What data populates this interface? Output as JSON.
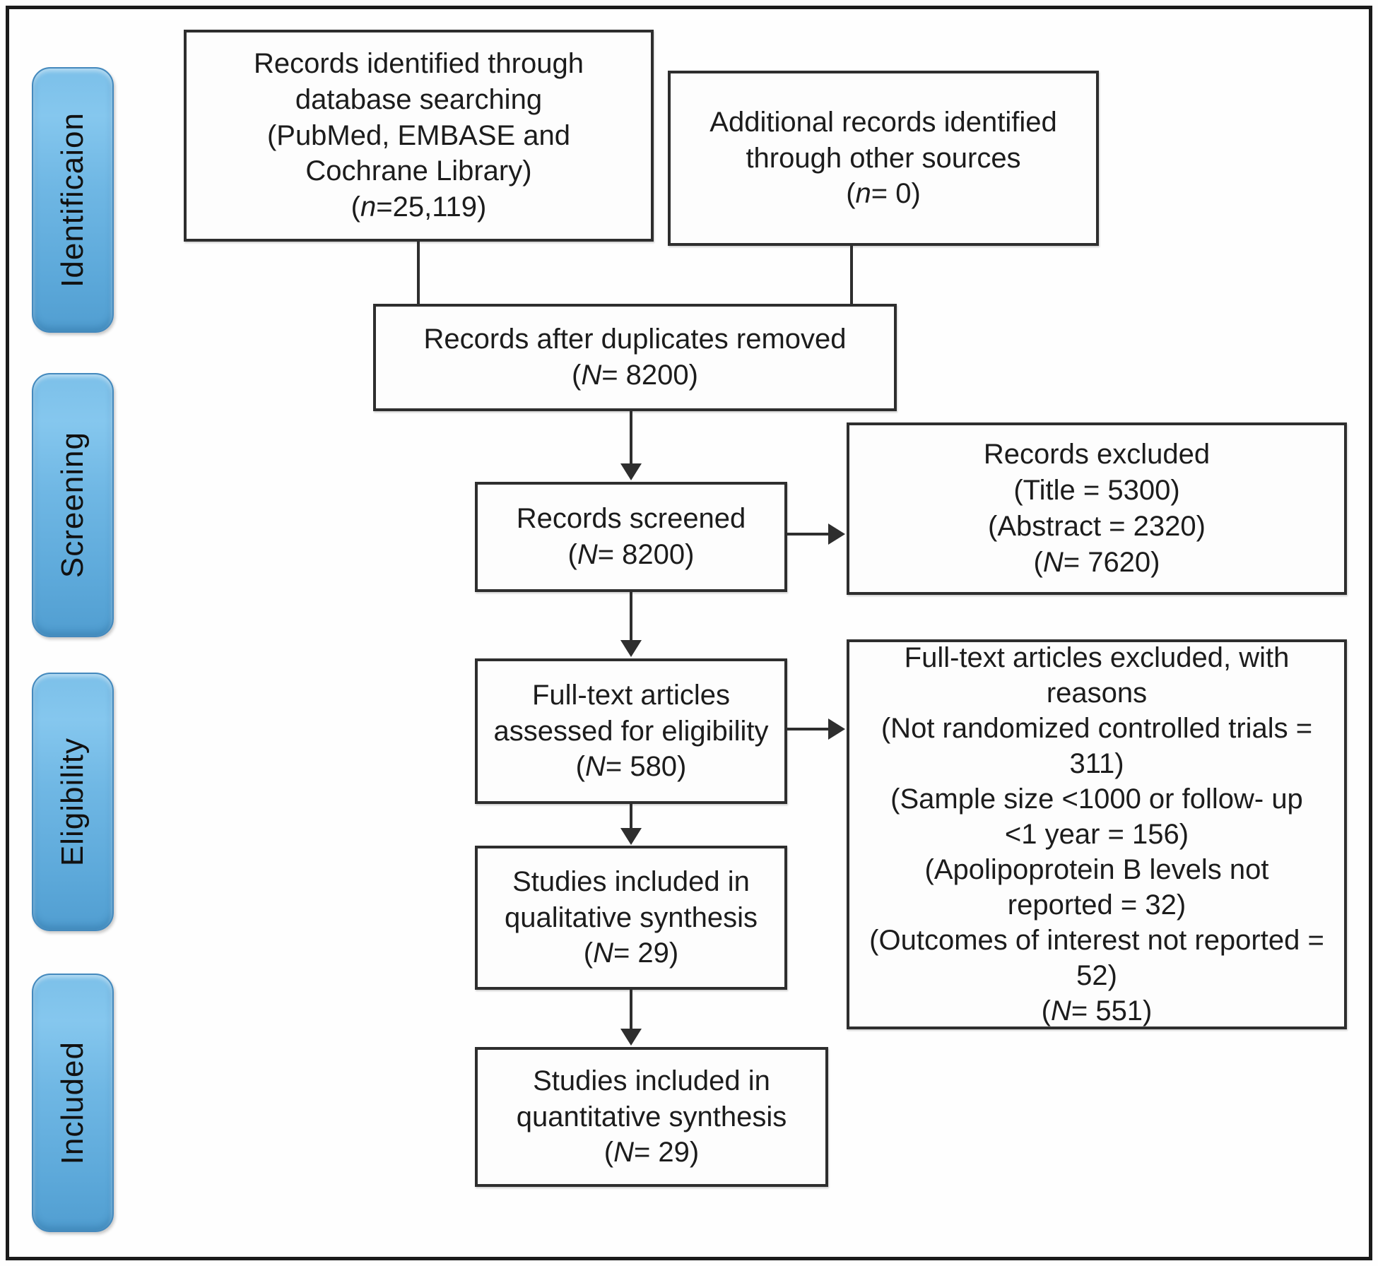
{
  "stages": [
    {
      "label": "Identificaion"
    },
    {
      "label": "Screening"
    },
    {
      "label": "Eligibility"
    },
    {
      "label": "Included"
    }
  ],
  "boxes": {
    "identified": {
      "lines": [
        "Records identified through",
        "database searching",
        "(PubMed, EMBASE and",
        "Cochrane Library)"
      ],
      "stat": {
        "pre": "(",
        "var": "n",
        "post": "=25,119)"
      }
    },
    "other_sources": {
      "lines": [
        "Additional records identified",
        "through other sources"
      ],
      "stat": {
        "pre": "(",
        "var": "n",
        "post": "= 0)"
      }
    },
    "duplicates_removed": {
      "lines": [
        "Records after duplicates removed"
      ],
      "stat": {
        "pre": "(",
        "var": "N",
        "post": "= 8200)"
      }
    },
    "screened": {
      "lines": [
        "Records screened"
      ],
      "stat": {
        "pre": "(",
        "var": "N",
        "post": "= 8200)"
      }
    },
    "records_excluded": {
      "lines": [
        "Records excluded",
        "(Title = 5300)",
        "(Abstract = 2320)"
      ],
      "stat": {
        "pre": "(",
        "var": "N",
        "post": "= 7620)"
      }
    },
    "fulltext_assessed": {
      "lines": [
        "Full-text articles",
        "assessed for eligibility"
      ],
      "stat": {
        "pre": "(",
        "var": "N",
        "post": "= 580)"
      }
    },
    "fulltext_excluded": {
      "lines": [
        "Full-text articles excluded, with",
        "reasons",
        "(Not randomized controlled trials =",
        "311)",
        "(Sample size <1000 or follow- up",
        "<1 year = 156)",
        "(Apolipoprotein B levels not",
        "reported = 32)",
        "(Outcomes of interest not reported =",
        "52)"
      ],
      "stat": {
        "pre": "(",
        "var": "N",
        "post": "= 551)"
      }
    },
    "qualitative": {
      "lines": [
        "Studies included in",
        "qualitative synthesis"
      ],
      "stat": {
        "pre": "(",
        "var": "N",
        "post": "= 29)"
      }
    },
    "quantitative": {
      "lines": [
        "Studies included in",
        "quantitative synthesis"
      ],
      "stat": {
        "pre": "(",
        "var": "N",
        "post": "= 29)"
      }
    }
  },
  "colors": {
    "stage_pill_blue": "#6fb7e4",
    "stage_pill_border": "#4489bd",
    "box_border": "#2e2e2e",
    "frame_border": "#1b1b1b",
    "text": "#1c1c1c",
    "background": "#fefefe"
  }
}
